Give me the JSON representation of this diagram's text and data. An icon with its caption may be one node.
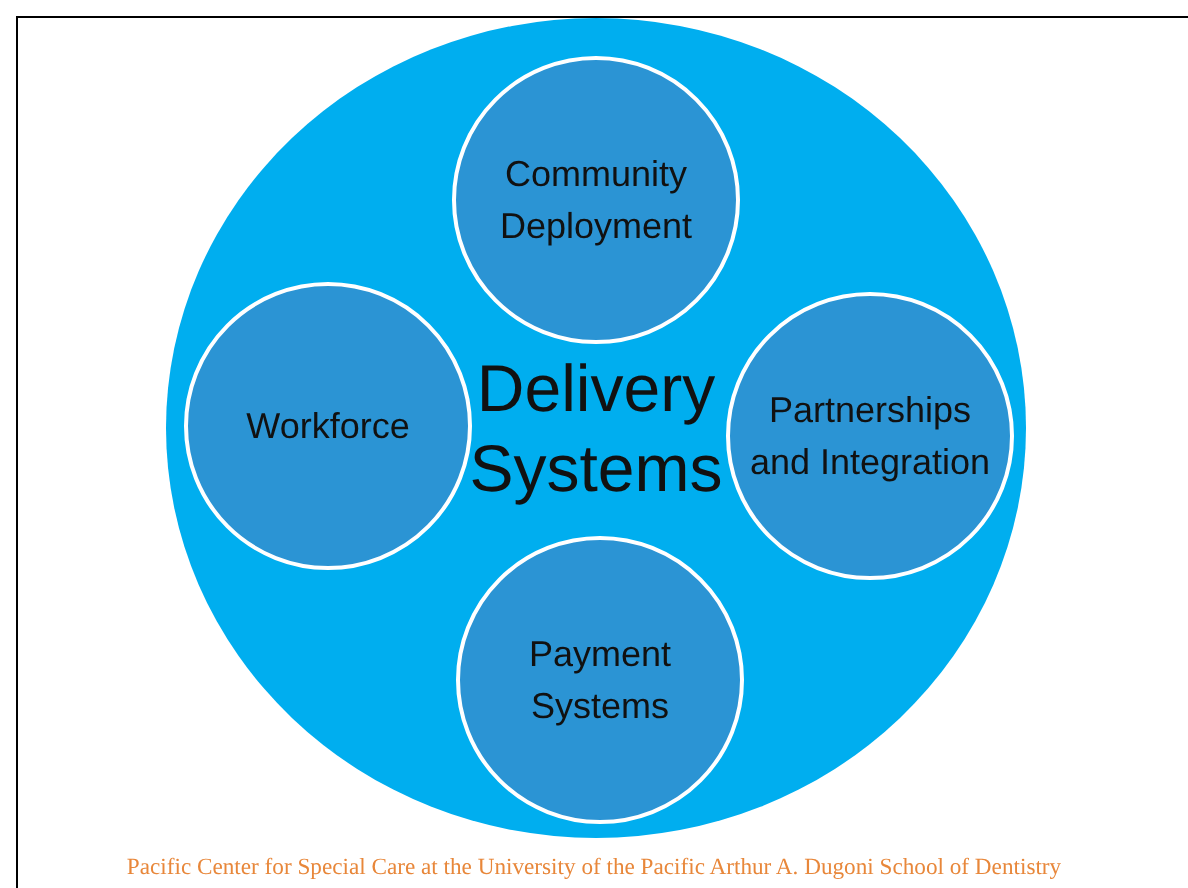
{
  "diagram": {
    "nodes": [
      {
        "text": [
          "Delivery Systems"
        ]
      },
      {
        "text": [
          "Community Deployment"
        ],
        "in": 0
      },
      {
        "text": [
          "Workforce"
        ],
        "in": 0
      },
      {
        "text": [
          "Partnerships and Integration"
        ],
        "in": 0
      },
      {
        "text": [
          "Payment Systems"
        ],
        "in": 0
      }
    ],
    "labels": [
      "Pacific Center for Special Care at the University of the Pacific Arthur A. Dugoni School of Dentistry"
    ]
  }
}
